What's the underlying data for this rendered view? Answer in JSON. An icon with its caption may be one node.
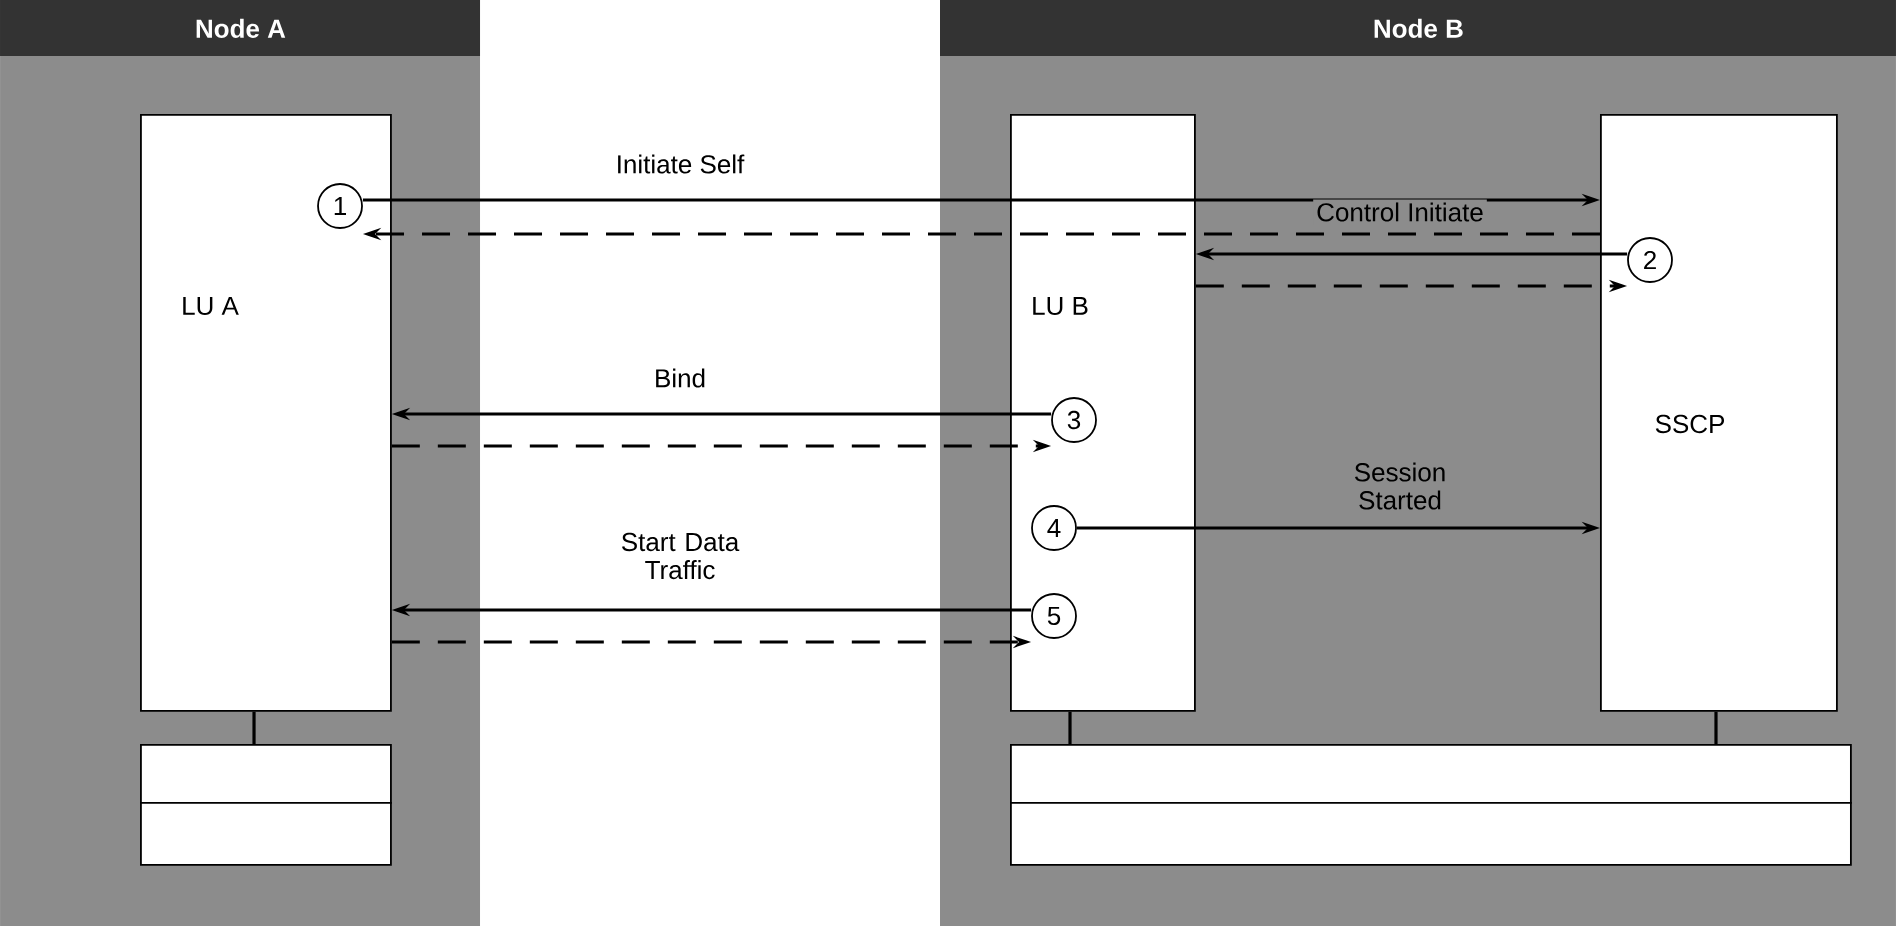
{
  "diagram": {
    "nodes": [
      {
        "text": [
          "Node A"
        ]
      },
      {
        "text": [
          "LU A"
        ],
        "in": 0
      },
      {
        "text": [],
        "shape": "box",
        "in": 0
      },
      {
        "text": [],
        "shape": "box",
        "in": 0
      },
      {
        "text": [
          "Node B"
        ]
      },
      {
        "text": [
          "LU B"
        ],
        "in": 4
      },
      {
        "text": [
          "SSCP"
        ],
        "in": 4
      },
      {
        "text": [],
        "shape": "box",
        "in": 4
      },
      {
        "text": [],
        "shape": "box",
        "in": 4
      },
      {
        "text": [
          "1"
        ],
        "in": 1
      },
      {
        "text": [
          "2"
        ],
        "in": 6
      },
      {
        "text": [
          "3"
        ],
        "in": 5
      },
      {
        "text": [
          "4"
        ],
        "in": 5
      },
      {
        "text": [
          "5"
        ],
        "in": 5
      }
    ],
    "edges": [
      {
        "from": 9,
        "to": 6,
        "arrow": "to",
        "label": "Initiate Self"
      },
      {
        "from": 6,
        "to": 9,
        "arrow": "to",
        "style": "dashed"
      },
      {
        "from": 10,
        "to": 5,
        "arrow": "to",
        "label": "Control Initiate"
      },
      {
        "from": 5,
        "to": 10,
        "arrow": "to",
        "style": "dashed"
      },
      {
        "from": 11,
        "to": 1,
        "arrow": "to",
        "label": "Bind"
      },
      {
        "from": 1,
        "to": 11,
        "arrow": "to",
        "style": "dashed"
      },
      {
        "from": 12,
        "to": 6,
        "arrow": "to",
        "label": "Session Started"
      },
      {
        "from": 13,
        "to": 1,
        "arrow": "to",
        "label": "Start Data Traffic"
      },
      {
        "from": 1,
        "to": 13,
        "arrow": "to",
        "style": "dashed"
      },
      {
        "from": 1,
        "to": 2,
        "arrow": "none"
      },
      {
        "from": 5,
        "to": 7,
        "arrow": "none"
      },
      {
        "from": 6,
        "to": 7,
        "arrow": "none"
      }
    ]
  }
}
